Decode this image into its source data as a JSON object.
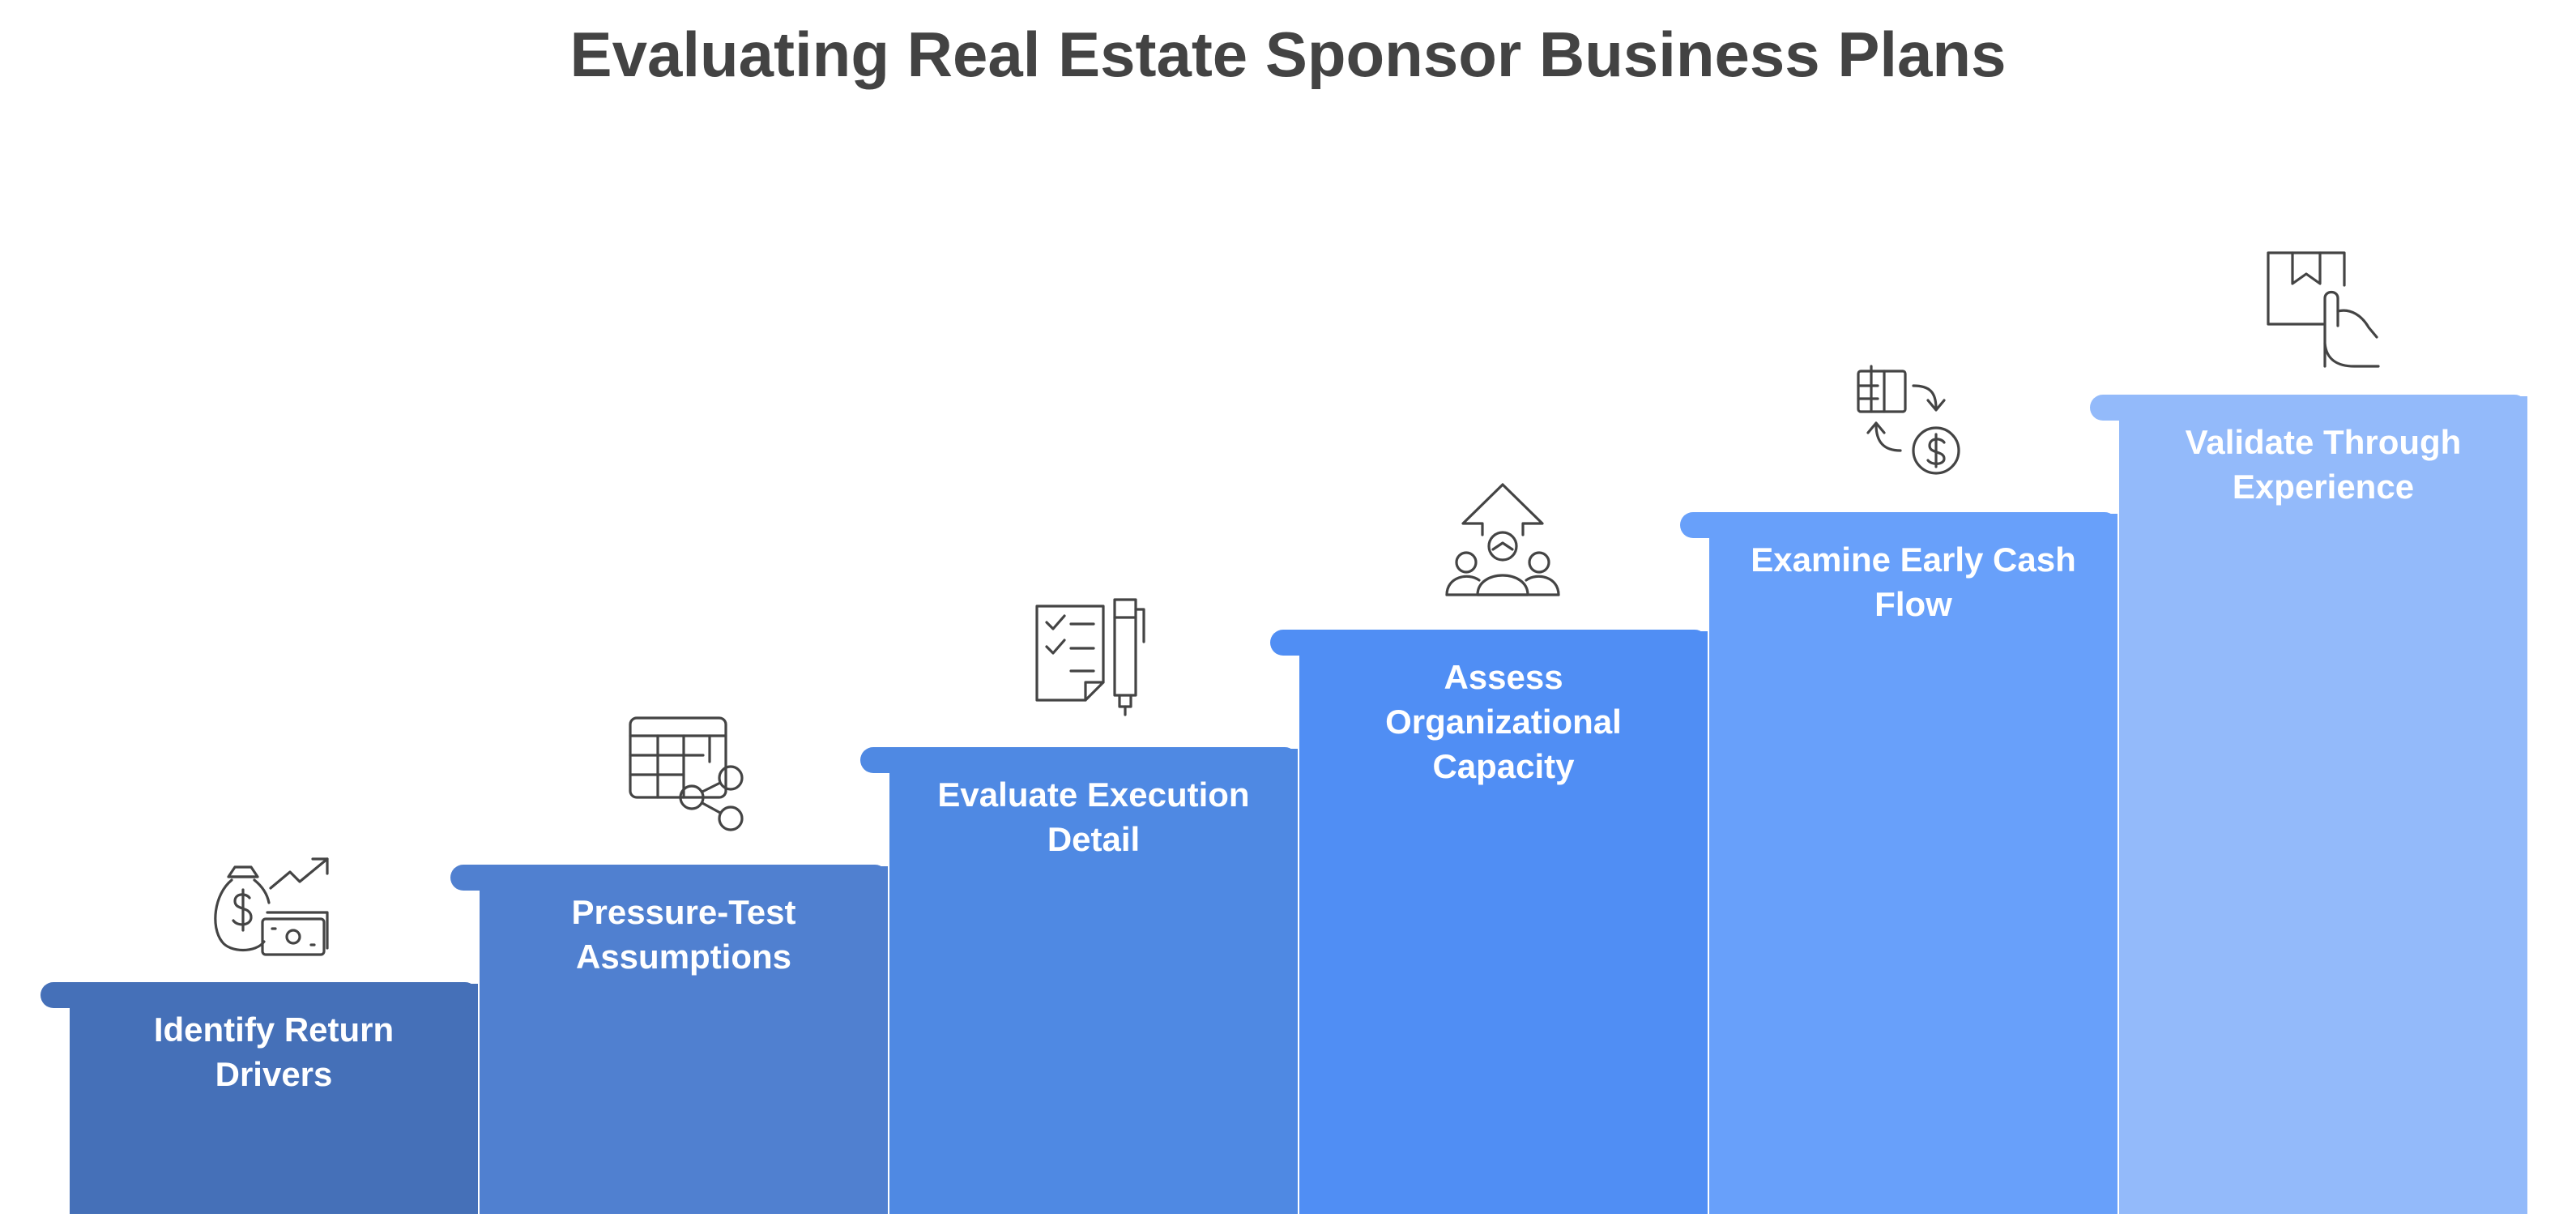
{
  "title": "Evaluating Real Estate Sponsor Business Plans",
  "steps": [
    {
      "label": "Identify Return Drivers",
      "icon": "money-bag-growth-icon",
      "color": "#4570B8"
    },
    {
      "label": "Pressure-Test Assumptions",
      "icon": "table-share-icon",
      "color": "#5080D0"
    },
    {
      "label": "Evaluate Execution Detail",
      "icon": "checklist-pen-icon",
      "color": "#4F89E3"
    },
    {
      "label": "Assess Organizational Capacity",
      "icon": "team-growth-icon",
      "color": "#508EF4"
    },
    {
      "label": "Examine Early Cash Flow",
      "icon": "cash-flow-exchange-icon",
      "color": "#68A0FA"
    },
    {
      "label": "Validate Through Experience",
      "icon": "hand-box-icon",
      "color": "#93BAFA"
    }
  ]
}
